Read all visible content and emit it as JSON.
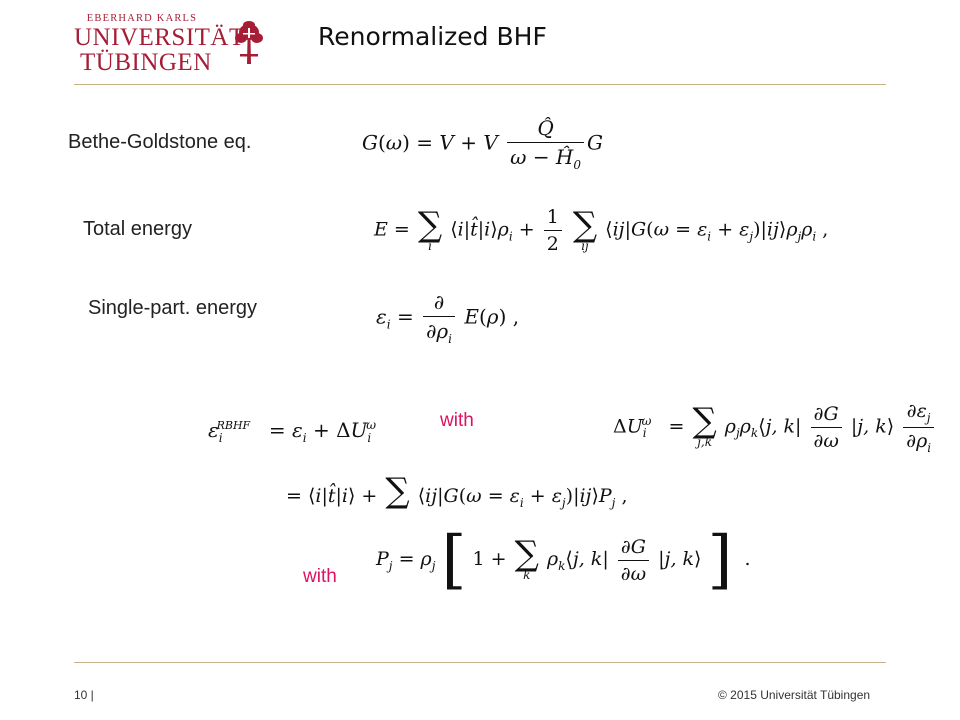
{
  "logo": {
    "line1": "EBERHARD KARLS",
    "line2": "UNIVERSITÄT",
    "line3": "TÜBINGEN",
    "brand_color": "#a51e36",
    "icon": "palm-tree-seal-icon"
  },
  "slide": {
    "title": "Renormalized BHF"
  },
  "labels": {
    "bethe_goldstone": "Bethe-Goldstone eq.",
    "total_energy": "Total energy",
    "single_part": "Single-part. energy",
    "with1": "with",
    "with2": "with"
  },
  "equations": {
    "bethe_goldstone": "G(ω) = V + V Q̂/(ω − Ĥ0) G",
    "total_energy": "E = Σi ⟨i|t̂|i⟩ρi + 1/2 Σij ⟨ij|G(ω = εi + εj)|ij⟩ρjρi ,",
    "single_part": "εi = ∂/∂ρi E(ρ) ,",
    "rbhf": "εi^RBHF = εi + ΔUi^ω",
    "delta_u": "ΔUi^ω = Σj,k ρjρk⟨j,k| ∂G/∂ω |j,k⟩ ∂εj/∂ρi",
    "rbhf_cont": "= ⟨i|t̂|i⟩ + Σ ⟨ij|G(ω = εi + εj)|ij⟩Pj ,",
    "pj": "Pj = ρj [1 + Σk ρk⟨j,k| ∂G/∂ω |j,k⟩] ."
  },
  "footer": {
    "page": "10 |",
    "copyright": "© 2015 Universität Tübingen"
  },
  "colors": {
    "accent_magenta": "#e0115f",
    "rule": "#c9b48a"
  }
}
